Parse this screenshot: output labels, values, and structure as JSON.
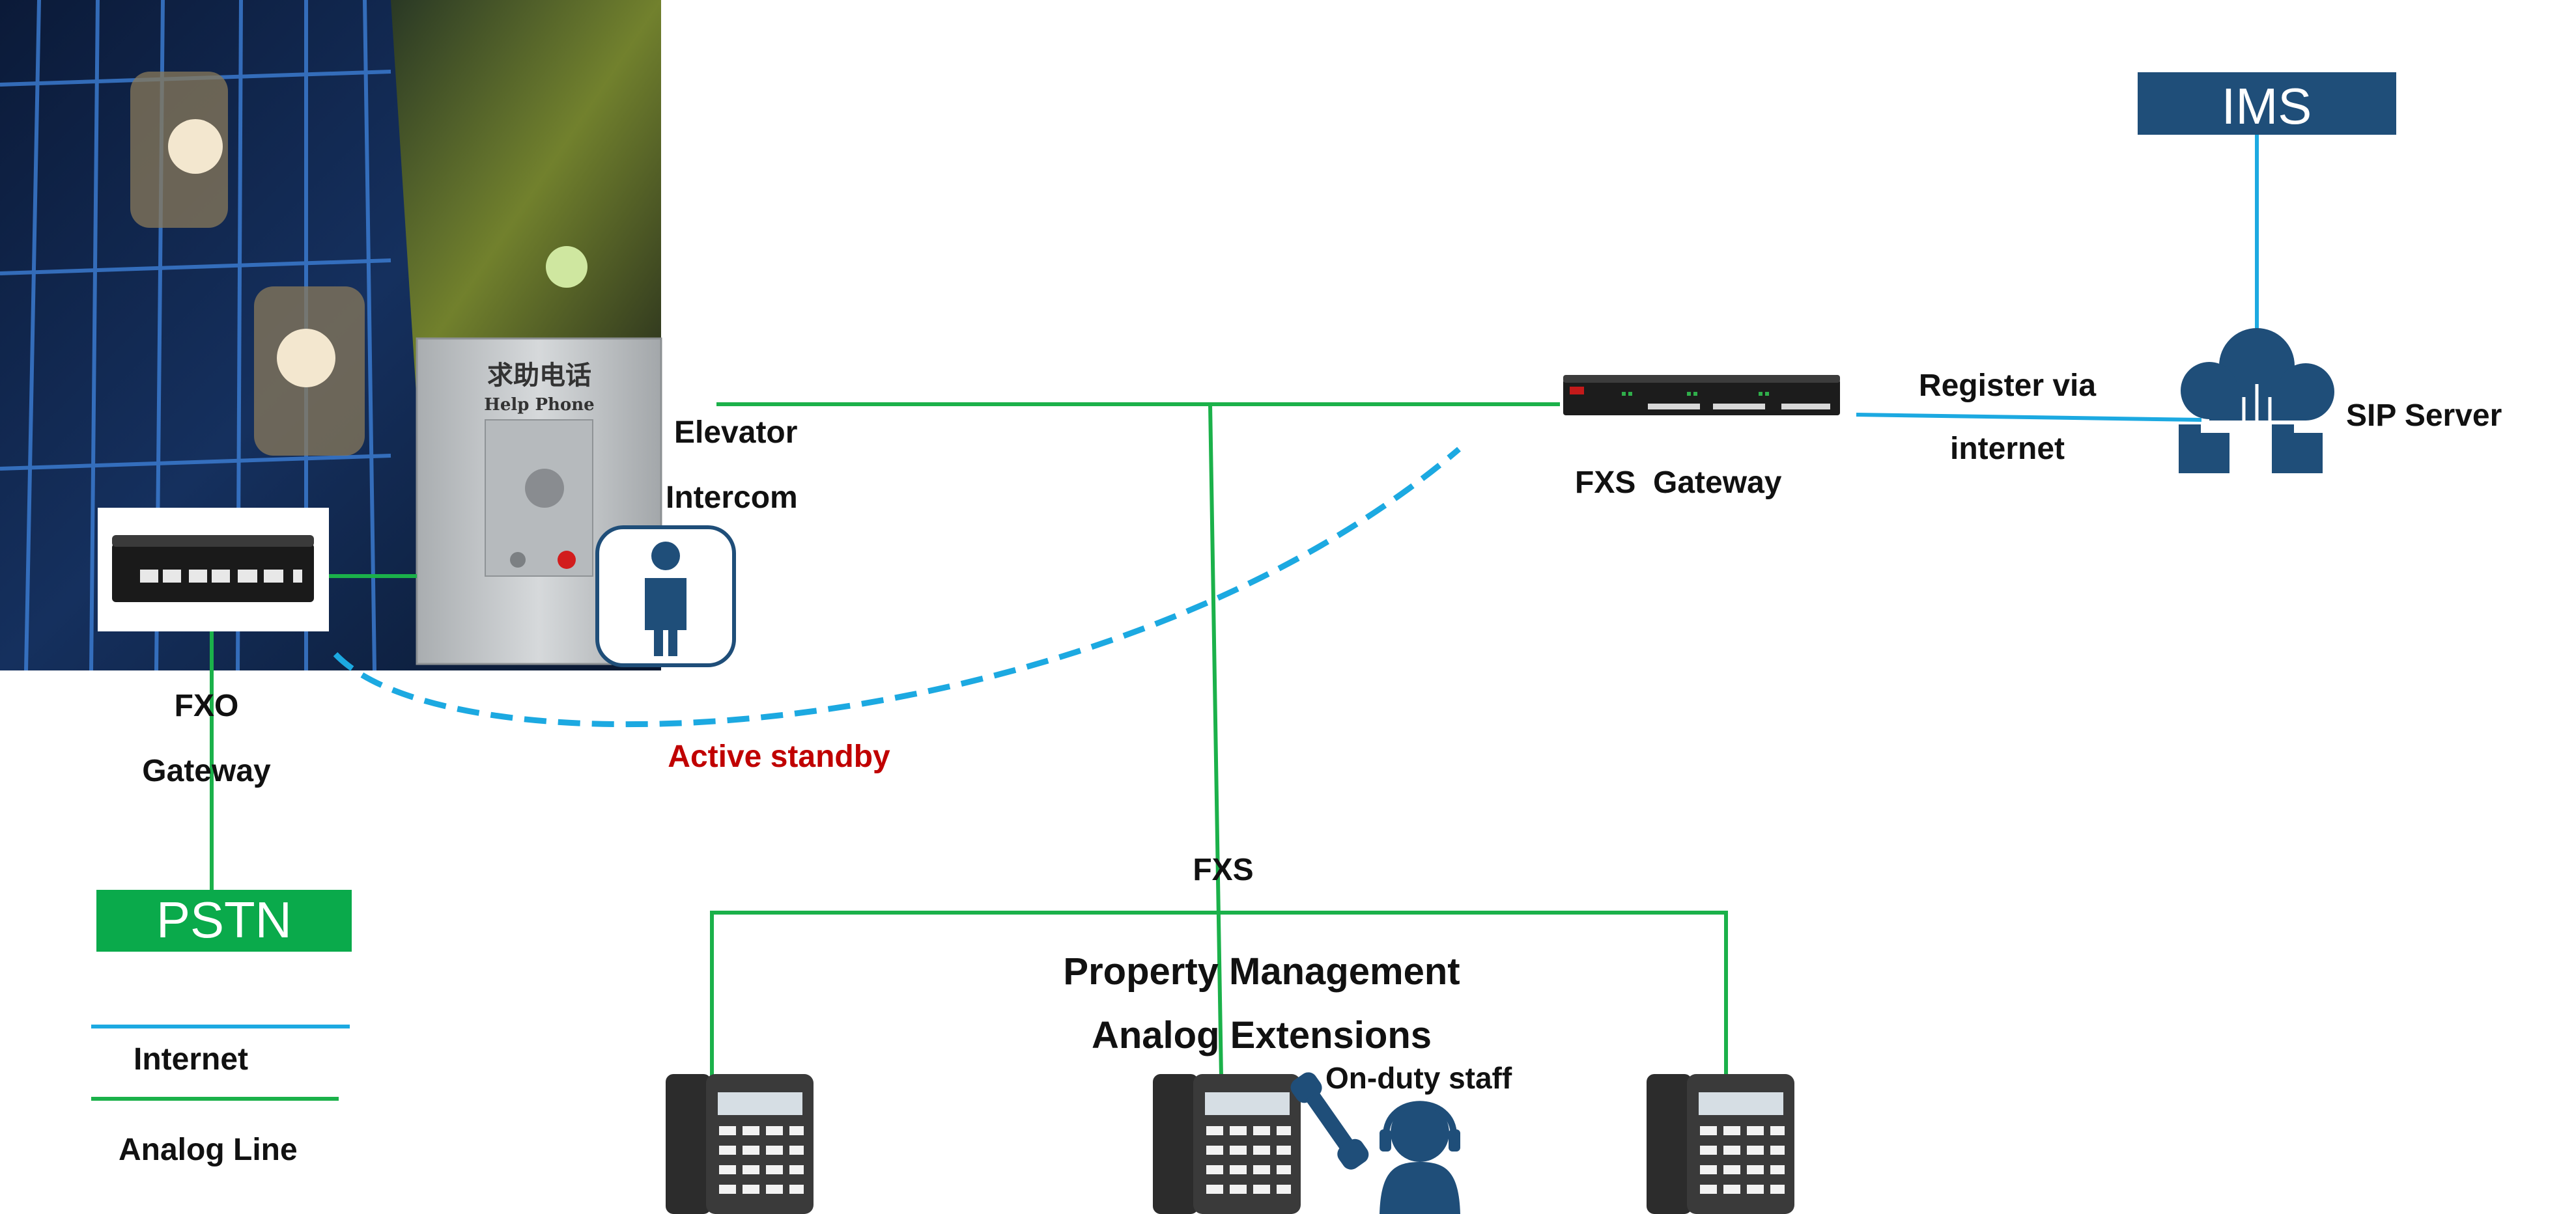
{
  "colors": {
    "analog_line": "#1bb14a",
    "internet_line": "#1ca9e1",
    "navy": "#1f4e79",
    "pstn_green": "#0aaa4b",
    "standby_red": "#c00000",
    "elevator_bg": "#0c1e3c",
    "metal_panel": "#bfc3c6"
  },
  "panel": {
    "title_cn": "求助电话",
    "title_en": "Help Phone"
  },
  "labels": {
    "elevator_intercom_1": "Elevator",
    "elevator_intercom_2": "Intercom",
    "fxo_gateway_1": "FXO",
    "fxo_gateway_2": "Gateway",
    "active_standby": "Active standby",
    "fxs_gateway": "FXS  Gateway",
    "register_via_1": "Register via",
    "register_via_2": "internet",
    "sip_server": "SIP Server",
    "ims": "IMS",
    "pstn": "PSTN",
    "fxs": "FXS",
    "property_mgmt_1": "Property Management",
    "property_mgmt_2": "Analog Extensions",
    "on_duty_staff": "On-duty staff"
  },
  "legend": {
    "internet": "Internet",
    "analog_line": "Analog Line"
  },
  "icons": [
    "elevator-photo",
    "help-phone-panel",
    "person-icon",
    "fxo-gateway-device",
    "fxs-gateway-device",
    "cloud-server-icon",
    "desk-phone-icon",
    "handset-icon",
    "staff-headset-icon"
  ]
}
